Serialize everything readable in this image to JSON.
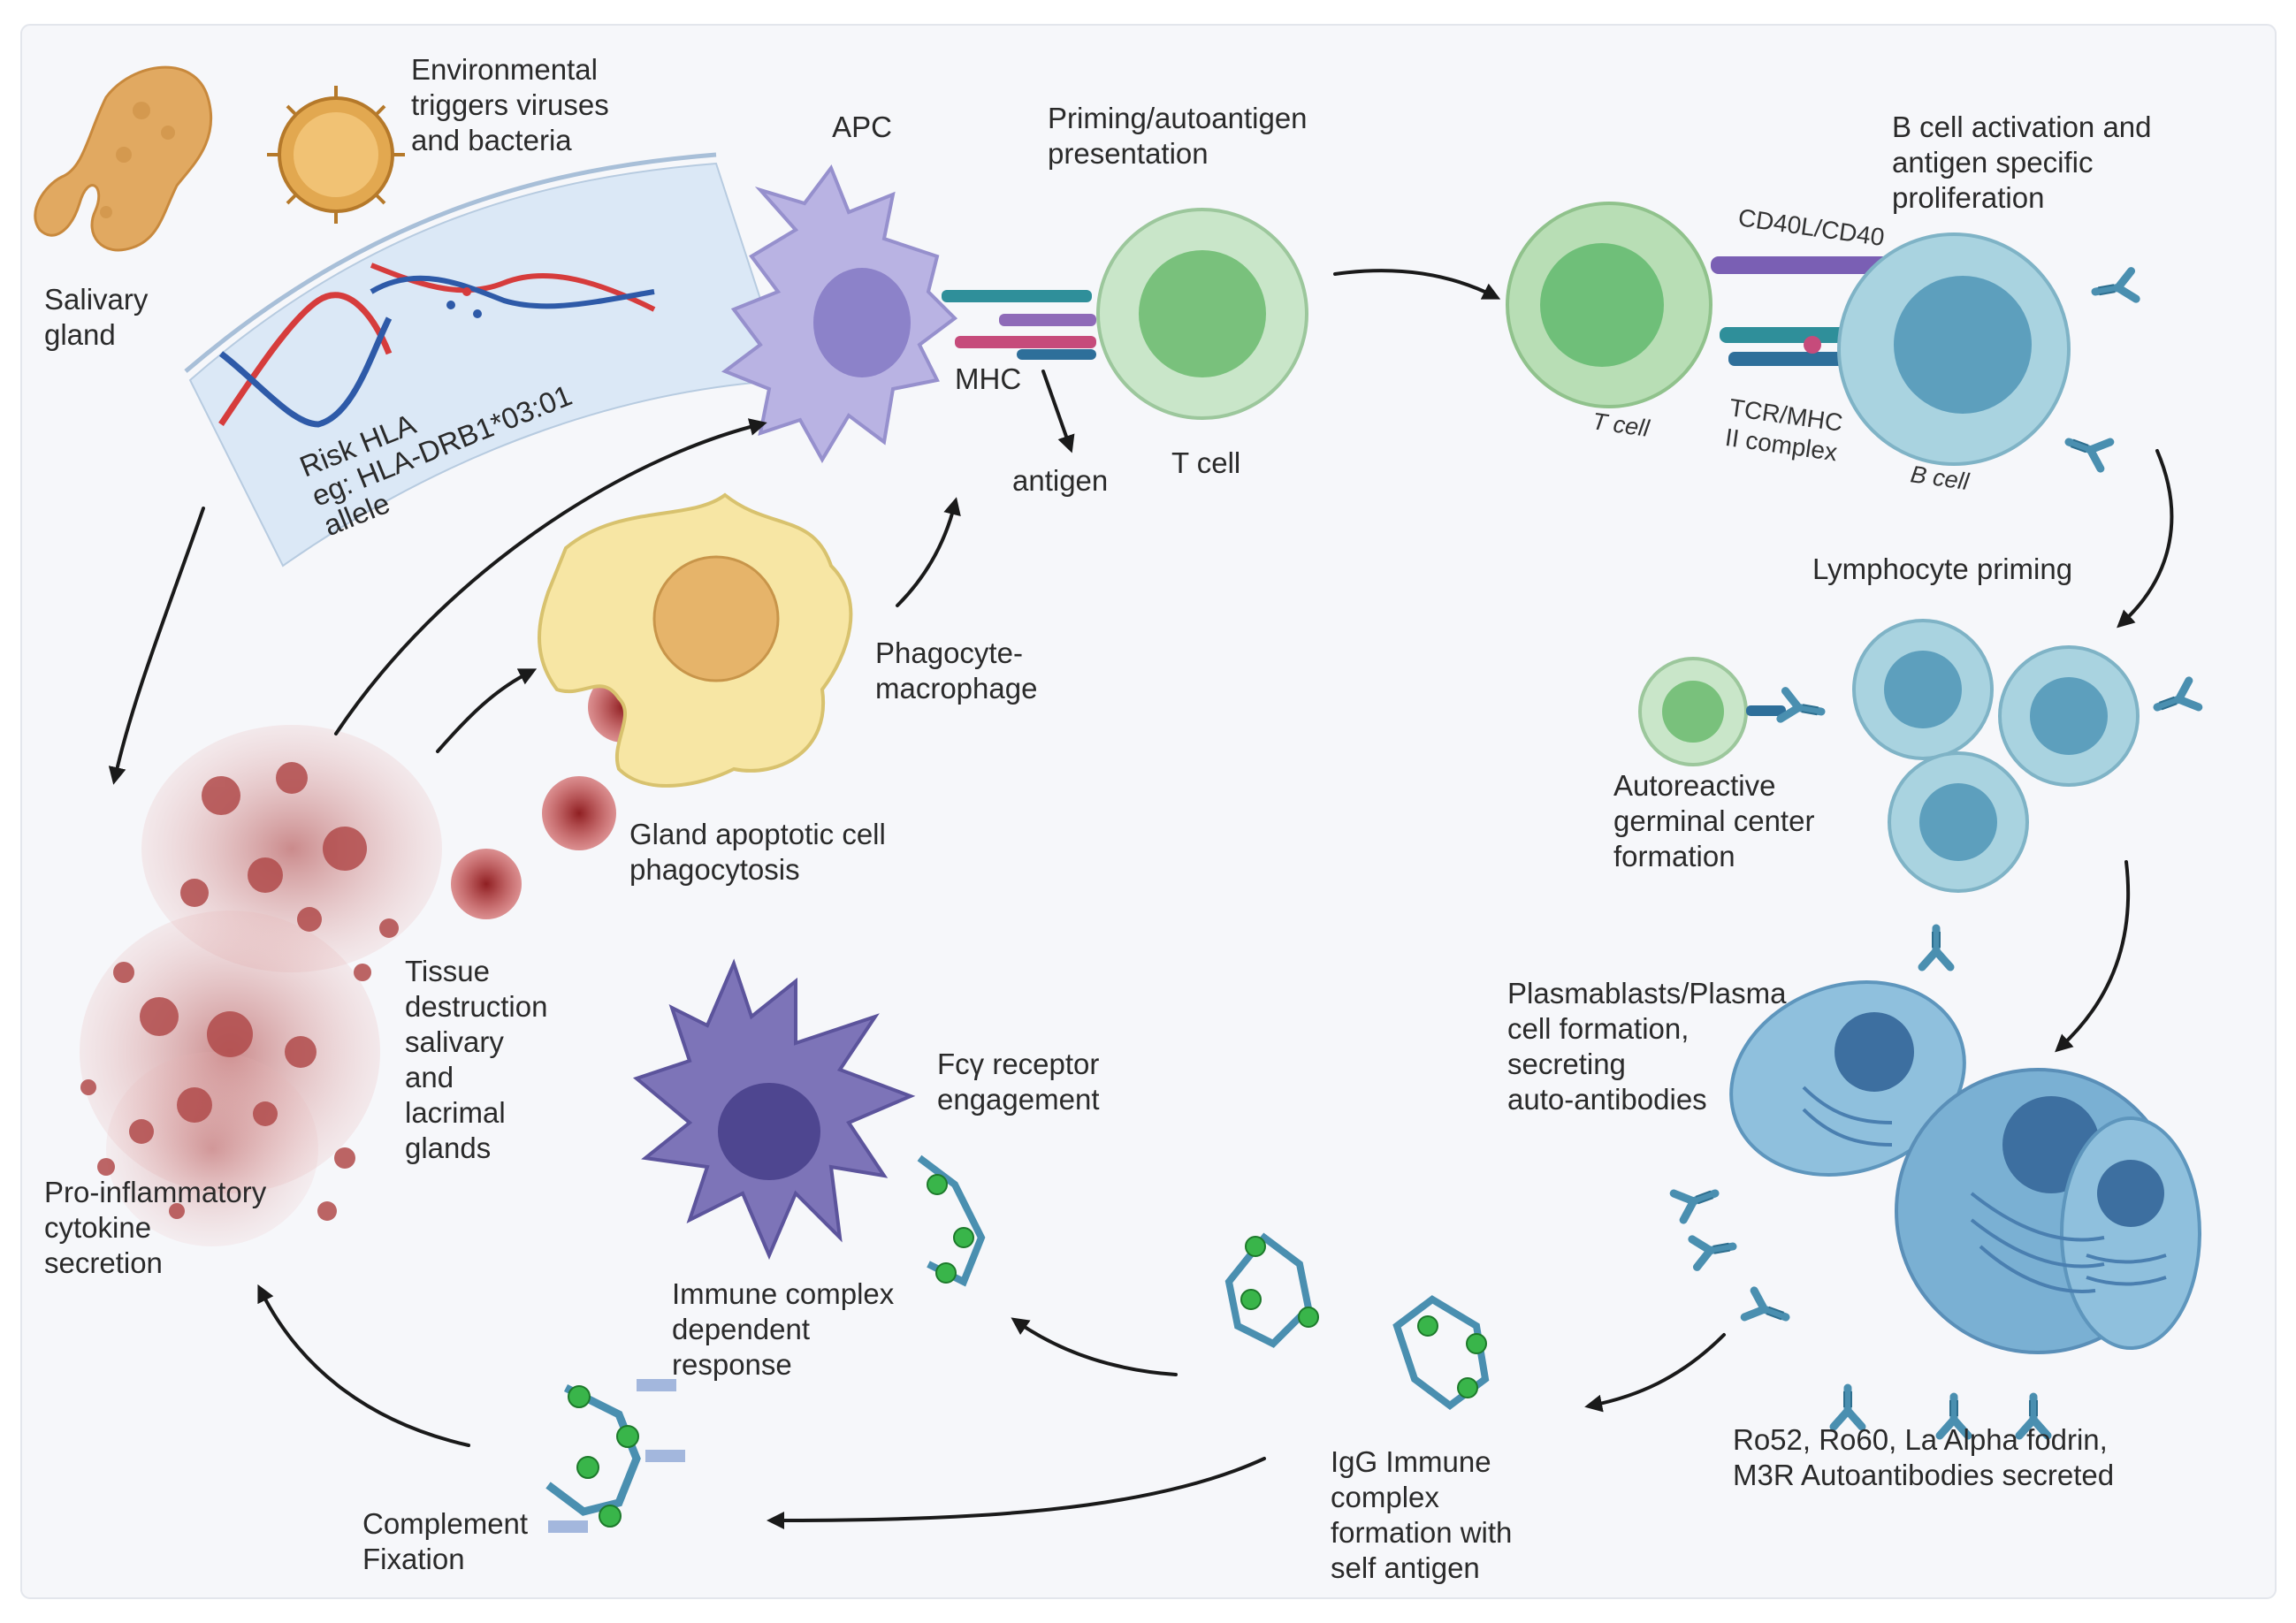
{
  "labels": {
    "salivary_gland": [
      "Salivary",
      "gland"
    ],
    "env_triggers": [
      "Environmental",
      "triggers viruses",
      "and bacteria"
    ],
    "risk_hla": [
      "Risk HLA",
      "eg: HLA-DRB1*03:01",
      "allele"
    ],
    "apc": "APC",
    "priming": [
      "Priming/autoantigen",
      "presentation"
    ],
    "mhc": "MHC",
    "antigen": "antigen",
    "t_cell": "T cell",
    "b_activation": [
      "B cell activation and",
      "antigen specific",
      "proliferation"
    ],
    "cd40": "CD40L/CD40",
    "t_cell_small": "T cell",
    "tcr_mhc": [
      "TCR/MHC",
      "II complex"
    ],
    "b_cell_small": "B cell",
    "lymphocyte_priming": "Lymphocyte priming",
    "autoreactive": [
      "Autoreactive",
      "germinal center",
      "formation"
    ],
    "phagocyte": [
      "Phagocyte-",
      "macrophage"
    ],
    "gland_apoptotic": [
      "Gland apoptotic cell",
      "phagocytosis"
    ],
    "tissue_destruction": [
      "Tissue",
      "destruction",
      "salivary",
      "and",
      "lacrimal",
      "glands"
    ],
    "pro_inflammatory": [
      "Pro-inflammatory",
      "cytokine",
      "secretion"
    ],
    "fcy": [
      "Fcγ receptor",
      "engagement"
    ],
    "immune_complex_dep": [
      "Immune complex",
      "dependent",
      "response"
    ],
    "plasmablasts": [
      "Plasmablasts/Plasma",
      "cell formation,",
      "secreting",
      "auto-antibodies"
    ],
    "ro52": [
      "Ro52, Ro60, La Alpha fodrin,",
      "M3R Autoantibodies secreted"
    ],
    "igg": [
      "IgG Immune",
      "complex",
      "formation with",
      "self antigen"
    ],
    "complement": [
      "Complement",
      "Fixation"
    ]
  },
  "colors": {
    "background": "#f6f7fa",
    "apc": "#b9b3e3",
    "t_cell": "#c9e6c9",
    "b_cell": "#a9d3e0",
    "macrophage": "#f7e6a4",
    "tissue": "#b14b4b",
    "dendritic": "#7d74b8",
    "plasma": "#7ab0d3",
    "antibody": "#4a8fb0",
    "antigen_dot": "#39b54a"
  },
  "icons": [
    "salivary-gland-icon",
    "virus-icon",
    "dna-helix-icon",
    "antibody-icon",
    "self-antigen-icon"
  ]
}
